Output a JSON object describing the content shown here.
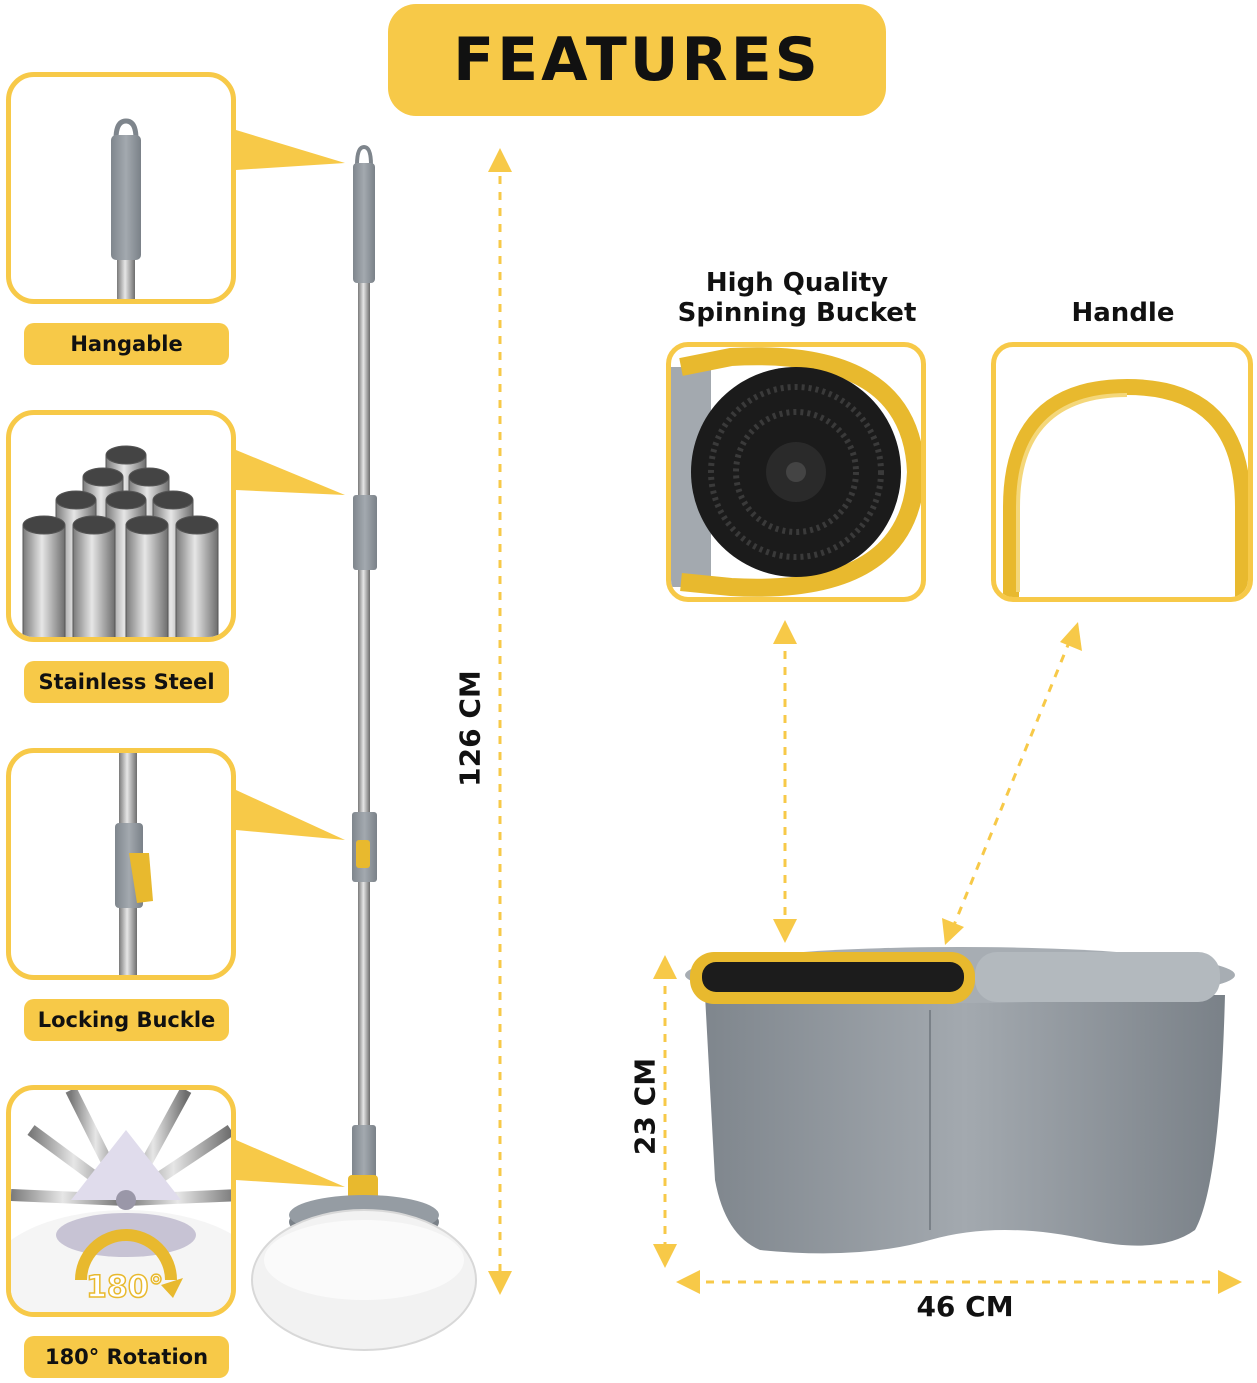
{
  "title": "FEATURES",
  "features": [
    {
      "label": "Hangable"
    },
    {
      "label": "Stainless Steel"
    },
    {
      "label": "Locking Buckle"
    },
    {
      "label": "180° Rotation",
      "badge": "180°"
    }
  ],
  "dimensions": {
    "mop_height": "126 CM",
    "bucket_height": "23 CM",
    "bucket_width": "46 CM"
  },
  "zooms": {
    "bucket_title_line1": "High Quality",
    "bucket_title_line2": "Spinning Bucket",
    "handle_title": "Handle"
  },
  "colors": {
    "accent": "#f7c948",
    "bucket_gray": "#8e959c",
    "steel": "#b8b8b8",
    "black": "#111111"
  }
}
